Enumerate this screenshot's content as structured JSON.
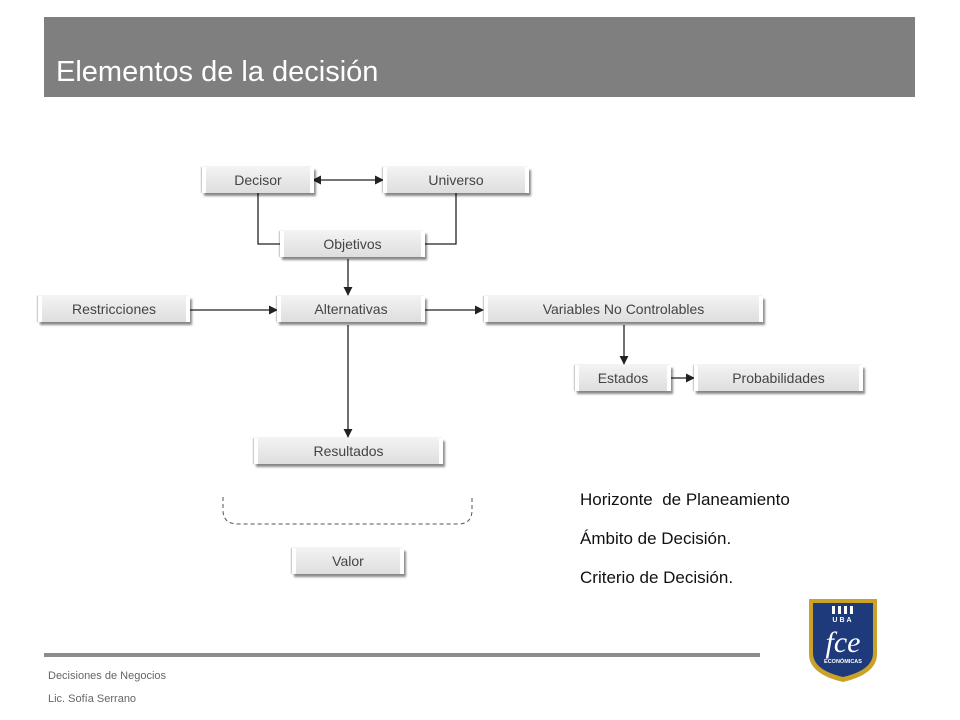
{
  "slide": {
    "title": "Elementos de la decisión"
  },
  "diagram": {
    "nodes": {
      "decisor": "Decisor",
      "universo": "Universo",
      "objetivos": "Objetivos",
      "restricciones": "Restricciones",
      "alternativas": "Alternativas",
      "variables": "Variables  No Controlables",
      "estados": "Estados",
      "probabilidades": "Probabilidades",
      "resultados": "Resultados",
      "valor": "Valor"
    }
  },
  "notes": [
    "Horizonte  de Planeamiento",
    "Ámbito de Decisión.",
    "Criterio de Decisión."
  ],
  "footer": {
    "course": "Decisiones de Negocios",
    "author": "Lic. Sofía Serrano"
  },
  "logo": {
    "top_text": "UBA",
    "main_text": "fce",
    "bottom_text": "ECONÓMICAS",
    "colors": {
      "blue": "#1f3a7a",
      "gold": "#c9a227"
    }
  },
  "colors": {
    "title_bar": "#7f7f7f",
    "node_fill": "#e6e6e6",
    "connector": "#222222"
  }
}
